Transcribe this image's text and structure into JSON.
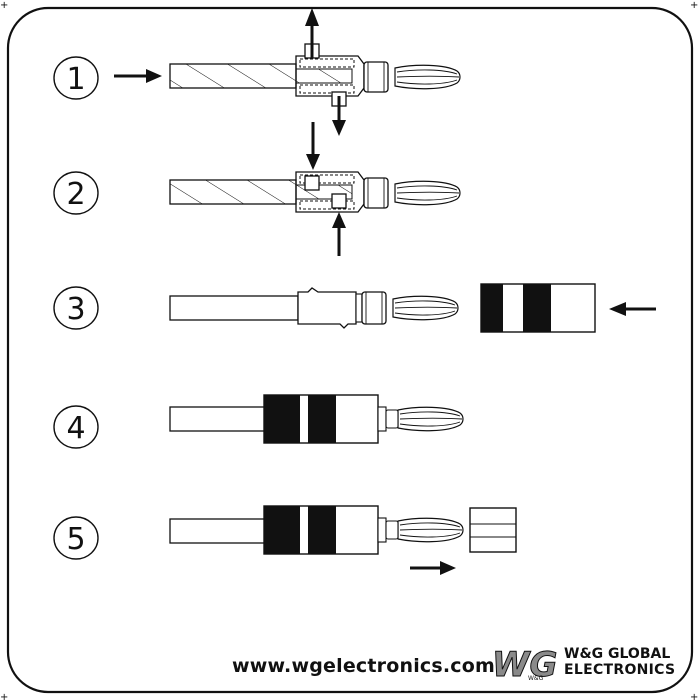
{
  "steps": [
    {
      "label": "1"
    },
    {
      "label": "2"
    },
    {
      "label": "3"
    },
    {
      "label": "4"
    },
    {
      "label": "5"
    }
  ],
  "footer": {
    "website": "www.wgelectronics.com",
    "brand_line1": "W&G GLOBAL",
    "brand_line2": "ELECTRONICS",
    "logo_letters": "WG",
    "logo_small_text": "W&G"
  },
  "colors": {
    "ink": "#111111",
    "paper": "#ffffff",
    "logo_grey": "#8a8a8a"
  }
}
